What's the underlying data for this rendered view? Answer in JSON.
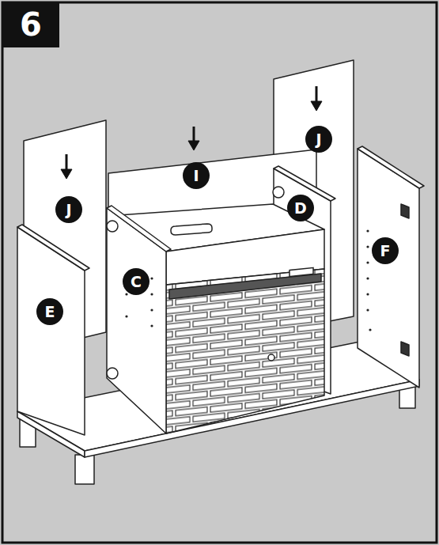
{
  "diagram": {
    "labels": [
      "6",
      "J",
      "I",
      "J",
      "D",
      "F",
      "C",
      "E"
    ]
  }
}
